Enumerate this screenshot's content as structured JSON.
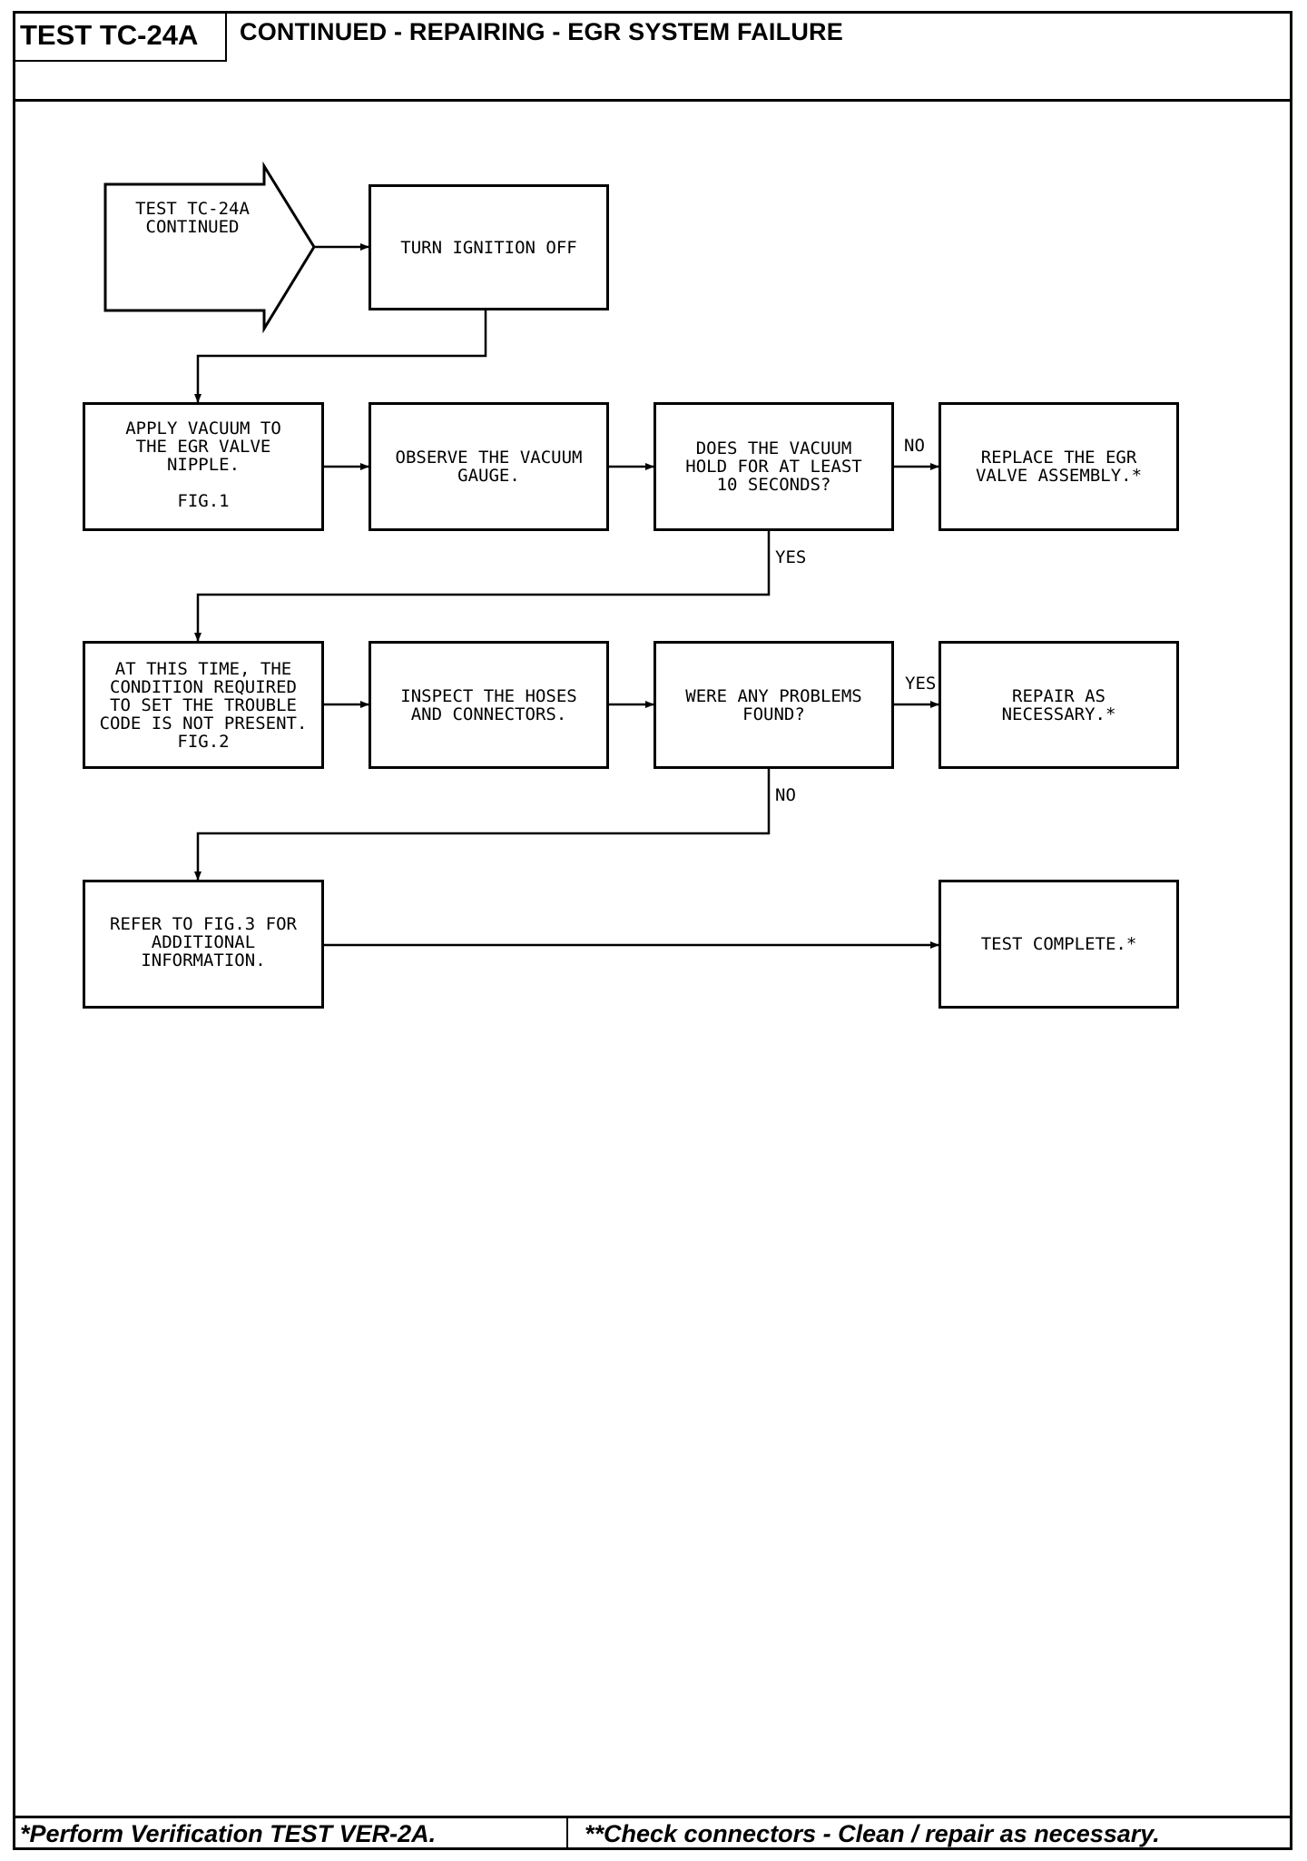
{
  "header": {
    "test_id": "TEST TC-24A",
    "title": "CONTINUED - REPAIRING - EGR SYSTEM FAILURE"
  },
  "flow": {
    "entry": "TEST TC-24A\nCONTINUED",
    "turn_ignition_off": "TURN IGNITION OFF",
    "apply_vacuum": "APPLY VACUUM TO\nTHE EGR VALVE\nNIPPLE.\n\nFIG.1",
    "observe_gauge": "OBSERVE THE VACUUM\nGAUGE.",
    "vacuum_hold_question": "DOES THE VACUUM\nHOLD FOR AT LEAST\n10 SECONDS?",
    "replace_egr": "REPLACE THE EGR\nVALVE ASSEMBLY.*",
    "condition_not_present": "AT THIS TIME, THE\nCONDITION REQUIRED\nTO SET THE TROUBLE\nCODE IS NOT PRESENT.\nFIG.2",
    "inspect_hoses": "INSPECT THE HOSES\nAND CONNECTORS.",
    "problems_question": "WERE ANY PROBLEMS\nFOUND?",
    "repair_as_necessary": "REPAIR AS\nNECESSARY.*",
    "refer_fig3": "REFER TO FIG.3 FOR\nADDITIONAL\nINFORMATION.",
    "test_complete": "TEST COMPLETE.*"
  },
  "labels": {
    "no_1": "NO",
    "yes_1": "YES",
    "yes_2": "YES",
    "no_2": "NO"
  },
  "footer": {
    "left": "*Perform Verification TEST VER-2A.",
    "right": "**Check connectors - Clean / repair as necessary."
  }
}
